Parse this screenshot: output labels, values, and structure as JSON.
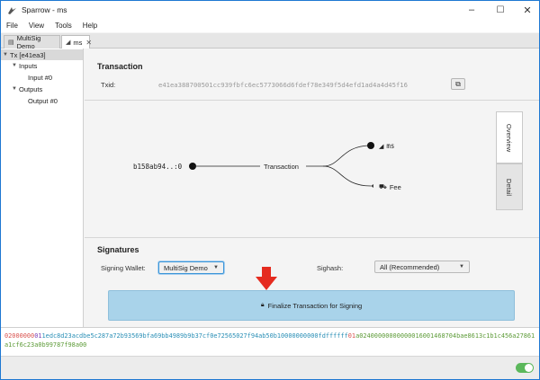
{
  "window": {
    "title": "Sparrow - ms",
    "controls": {
      "minimize": "–",
      "maximize": "☐",
      "close": "✕"
    }
  },
  "menu": {
    "items": [
      "File",
      "View",
      "Tools",
      "Help"
    ]
  },
  "tabs": [
    {
      "label": "MultiSig Demo",
      "icon": "wallet-icon",
      "active": false
    },
    {
      "label": "ms",
      "icon": "send-icon",
      "active": true,
      "close": "✕"
    }
  ],
  "tree": [
    {
      "label": "Tx [e41ea3]",
      "arrow": "▼",
      "selected": true
    },
    {
      "label": "Inputs",
      "arrow": "▼"
    },
    {
      "label": "Input #0"
    },
    {
      "label": "Outputs",
      "arrow": "▼"
    },
    {
      "label": "Output #0"
    }
  ],
  "transaction": {
    "title": "Transaction",
    "txid_label": "Txid:",
    "txid": "e41ea388700501cc939fbfc6ec5773066d6fdef78e349f5d4efd1ad4a4d45f16"
  },
  "diagram": {
    "input": "b158ab94..:0",
    "center": "Transaction",
    "output": "ms",
    "fee": "Fee"
  },
  "side_tabs": [
    "Overview",
    "Detail"
  ],
  "signatures": {
    "title": "Signatures",
    "wallet_label": "Signing Wallet:",
    "wallet_value": "MultiSig Demo",
    "sighash_label": "Sighash:",
    "sighash_value": "All (Recommended)",
    "finalize_label": "Finalize Transaction for Signing"
  },
  "hex": {
    "segments": [
      {
        "text": "02000000",
        "color": "#d9534f"
      },
      {
        "text": "01",
        "color": "#7b3fb5"
      },
      {
        "text": "1edc8d23acdbe5c287a72b93569bfa69bb4989b9b37cf0e72565027f94ab50b1",
        "color": "#2a8fb6"
      },
      {
        "text": "00000000",
        "color": "#2a8fb6"
      },
      {
        "text": "00",
        "color": "#2a8fb6"
      },
      {
        "text": "fdffffff",
        "color": "#2a8fb6"
      },
      {
        "text": "01",
        "color": "#d9534f"
      },
      {
        "text": "a02400000000000016001468704bae8613c1b1c456a27861a1cf6c23a0b99787f98a00",
        "color": "#5d9b38"
      }
    ]
  },
  "colors": {
    "accent": "#1e78d2",
    "finalize": "#a9d3ea",
    "toggle": "#5cb85c",
    "arrow": "#e52b1f"
  }
}
